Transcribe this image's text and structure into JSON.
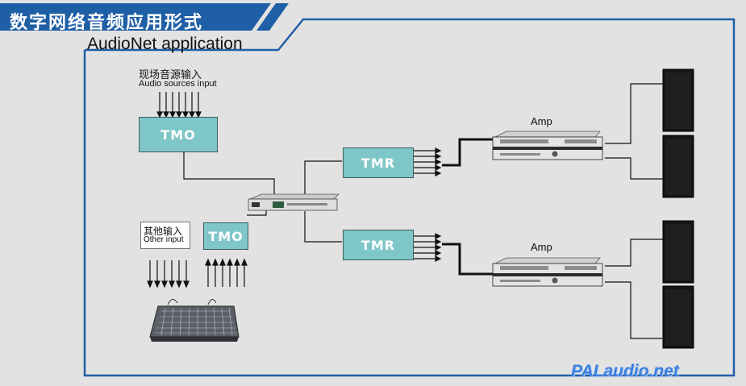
{
  "header": {
    "title_cn": "数字网络音频应用形式",
    "title_en": "AudioNet application"
  },
  "inputs": {
    "audio_sources_cn": "现场音源输入",
    "audio_sources_en": "Audio sources input",
    "other_cn": "其他输入",
    "other_en": "Other input"
  },
  "nodes": {
    "tmo_top": "TMO",
    "tmo_bottom": "TMO",
    "tmr_top": "TMR",
    "tmr_bottom": "TMR",
    "amp_top": "Amp",
    "amp_bottom": "Amp"
  },
  "watermark": "PALaudio.net",
  "colors": {
    "title_banner": "#1f5fa6",
    "frame": "#1f5fa6",
    "box_fill": "#7fc6c8",
    "background": "#e2e2e3"
  }
}
